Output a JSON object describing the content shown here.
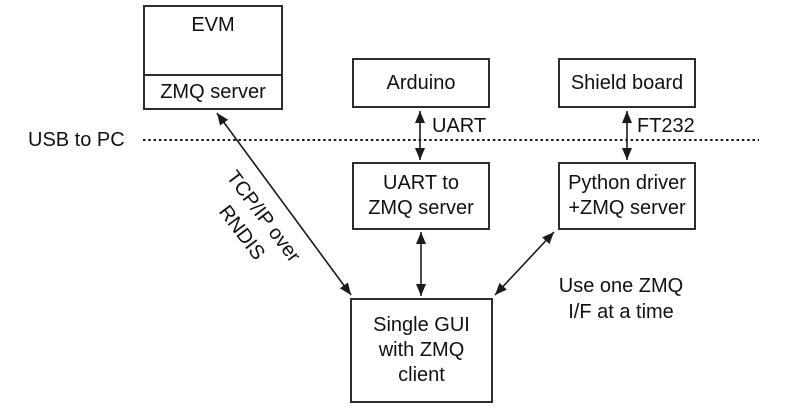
{
  "diagram": {
    "nodes": {
      "evm": {
        "title": "EVM",
        "server": "ZMQ server"
      },
      "arduino": {
        "label": "Arduino"
      },
      "shield_board": {
        "label": "Shield board"
      },
      "uart_zmq_server": {
        "label": "UART to\nZMQ server"
      },
      "python_driver": {
        "label": "Python driver\n+ZMQ server"
      },
      "single_gui": {
        "label": "Single GUI\nwith ZMQ\nclient"
      }
    },
    "labels": {
      "usb_boundary": "USB to PC",
      "uart_link": "UART",
      "ft232_link": "FT232",
      "tcpip_link": "TCP/IP over\nRNDIS",
      "note": "Use one ZMQ\nI/F at a time"
    },
    "colors": {
      "background": "#ffffff",
      "line": "#1a1a1a",
      "box_border": "#2d2d2d",
      "text": "#111111"
    }
  }
}
